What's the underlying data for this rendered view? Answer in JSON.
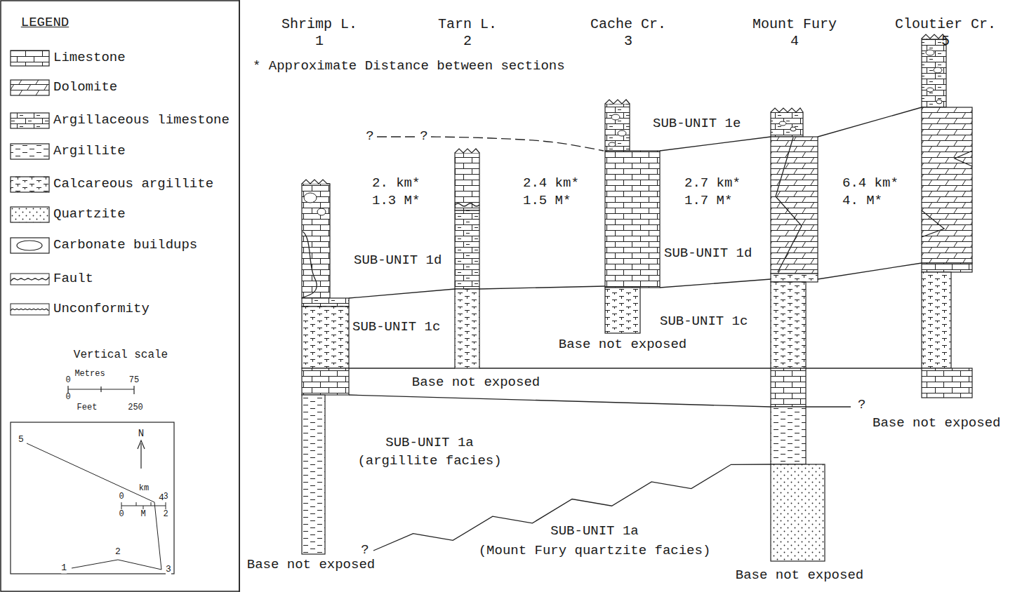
{
  "diagram": {
    "nodes": [
      {
        "text": [
          "Shrimp L.",
          "1"
        ]
      },
      {
        "text": [
          "Tarn L.",
          "2"
        ]
      },
      {
        "text": [
          "Cache Cr.",
          "3"
        ]
      },
      {
        "text": [
          "Mount Fury",
          "4"
        ]
      },
      {
        "text": [
          "Cloutier Cr.",
          "5"
        ]
      }
    ],
    "labels": [
      "LEGEND",
      "Vertical scale",
      "Metres",
      "0",
      "75",
      "0",
      "Feet",
      "250",
      "N",
      "km",
      "0",
      "3",
      "0",
      "M",
      "2",
      "1",
      "2",
      "3",
      "4",
      "5",
      "* Approximate Distance between sections",
      "2. km*",
      "1.3 M*",
      "2.4 km*",
      "1.5 M*",
      "2.7 km*",
      "1.7 M*",
      "6.4 km*",
      "4. M*",
      "SUB-UNIT 1e",
      "SUB-UNIT 1d",
      "SUB-UNIT 1d",
      "SUB-UNIT 1c",
      "SUB-UNIT 1c",
      "Base not exposed",
      "Base not exposed",
      "Base not exposed",
      "Base not exposed",
      "Base not exposed",
      "SUB-UNIT 1a",
      "(argillite facies)",
      "SUB-UNIT 1a",
      "(Mount Fury quartzite facies)",
      "?",
      "?",
      "?",
      "?"
    ],
    "legend": [
      {
        "text": "Limestone"
      },
      {
        "text": "Dolomite"
      },
      {
        "text": "Argillaceous limestone"
      },
      {
        "text": "Argillite"
      },
      {
        "text": "Calcareous argillite"
      },
      {
        "text": "Quartzite"
      },
      {
        "text": "Carbonate buildups"
      },
      {
        "text": "Fault"
      },
      {
        "text": "Unconformity"
      }
    ]
  }
}
